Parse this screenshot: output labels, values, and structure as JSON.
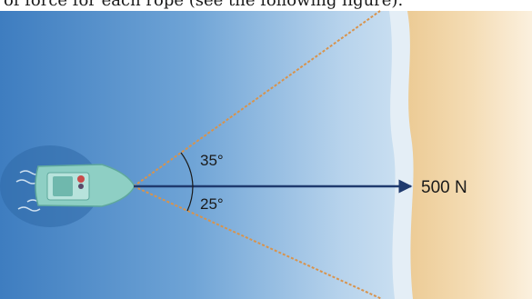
{
  "caption": "of force for each rope (see the following figure).",
  "angles": {
    "upper": {
      "label": "35°",
      "degrees": 35
    },
    "lower": {
      "label": "25°",
      "degrees": 25
    }
  },
  "force": {
    "label": "500 N"
  },
  "colors": {
    "water_left": "#4a86c5",
    "water_right": "#c6dcef",
    "sand": "#f1d7ab",
    "rope": "#d8934c",
    "arrow": "#1f3a6e",
    "boat": "#8ecfc4"
  }
}
